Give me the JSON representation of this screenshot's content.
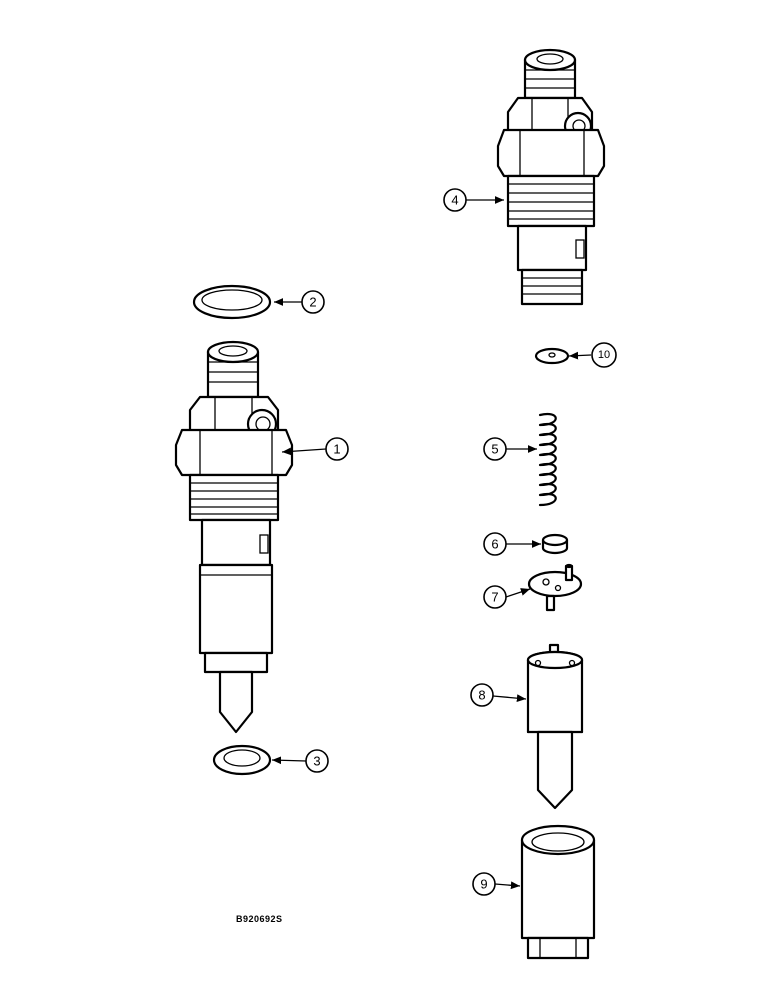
{
  "figure": {
    "reference_code": "B920692S"
  },
  "callouts": [
    {
      "id": "1",
      "label": "1"
    },
    {
      "id": "2",
      "label": "2"
    },
    {
      "id": "3",
      "label": "3"
    },
    {
      "id": "4",
      "label": "4"
    },
    {
      "id": "5",
      "label": "5"
    },
    {
      "id": "6",
      "label": "6"
    },
    {
      "id": "7",
      "label": "7"
    },
    {
      "id": "8",
      "label": "8"
    },
    {
      "id": "9",
      "label": "9"
    },
    {
      "id": "10",
      "label": "10"
    }
  ]
}
